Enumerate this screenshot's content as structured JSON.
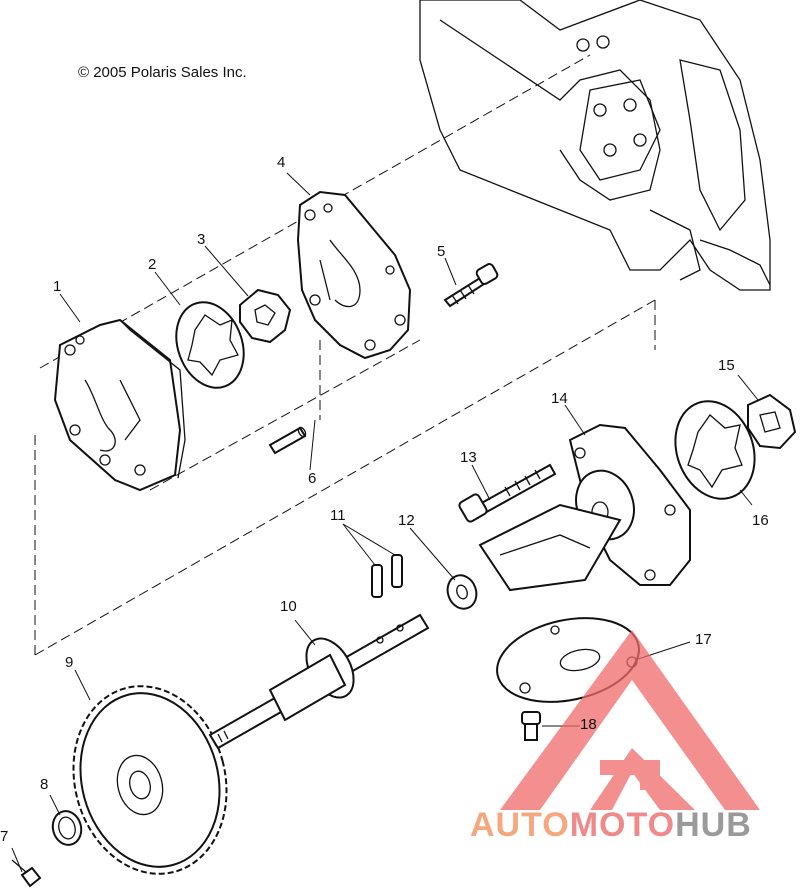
{
  "copyright": "© 2005 Polaris Sales Inc.",
  "callouts": [
    "1",
    "2",
    "3",
    "4",
    "5",
    "6",
    "7",
    "8",
    "9",
    "10",
    "11",
    "12",
    "13",
    "14",
    "15",
    "16",
    "17",
    "18"
  ],
  "watermark": {
    "part1": "AUTO",
    "part2": "MOTO",
    "part3": "HUB"
  },
  "colors": {
    "ink": "#111111",
    "logo_red": "#f06a6a",
    "logo_orange": "#f5a87e",
    "logo_gray": "#9a9a9a"
  }
}
